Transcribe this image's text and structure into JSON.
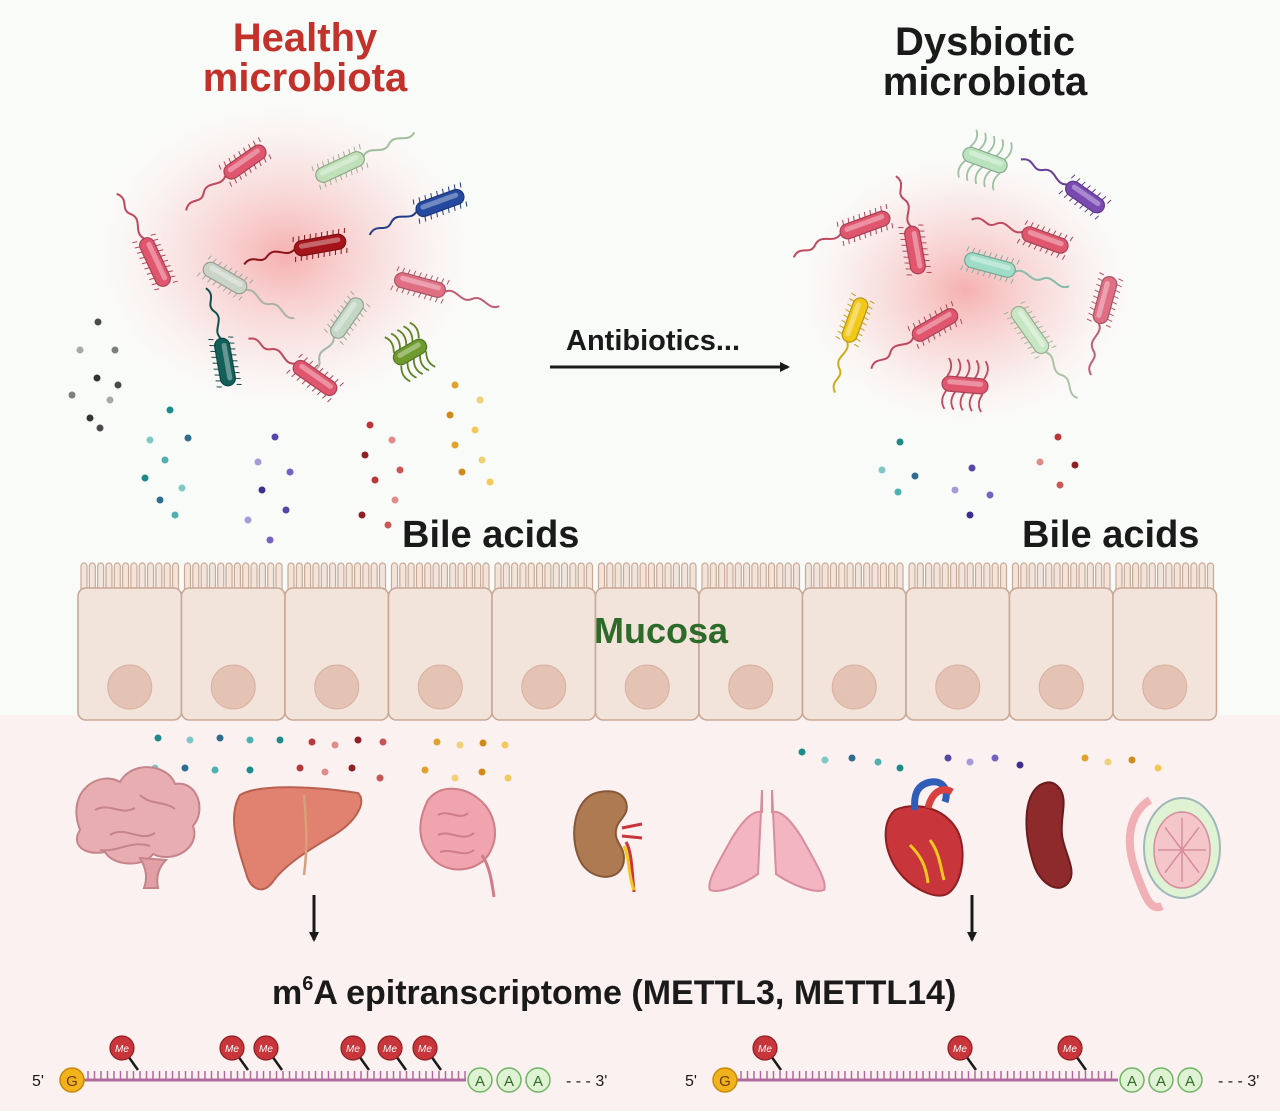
{
  "labels": {
    "healthy_line1": "Healthy",
    "healthy_line2": "microbiota",
    "dysbiotic_line1": "Dysbiotic",
    "dysbiotic_line2": "microbiota",
    "antibiotics": "Antibiotics...",
    "bile_acids_left": "Bile acids",
    "bile_acids_right": "Bile acids",
    "mucosa": "Mucosa",
    "m6a_prefix": "m",
    "m6a_sup": "6",
    "m6a_rest": "A epitranscriptome (METTL3, METTL14)"
  },
  "mrna": {
    "five_prime": "5'",
    "cap": "G",
    "me": "Me",
    "poly_a": [
      "A",
      "A",
      "A"
    ],
    "three_prime": "- - - 3'"
  },
  "organs": [
    "brain",
    "liver",
    "intestine",
    "kidney",
    "lungs",
    "heart",
    "spleen",
    "testis"
  ],
  "colors": {
    "healthy_title": "#c3312b",
    "dysbiotic_title": "#1a1a1a",
    "mucosa_text": "#2c6b2a",
    "cell_fill": "#f2e4da",
    "cell_stroke": "#c9a996",
    "nucleus": "#e4c3b5",
    "lower_bg": "#fcf1f1",
    "upper_bg": "#f9fbf9",
    "mrna_strand": "#b06a9e",
    "me_marker": "#c8353a",
    "cap": "#f2b21b",
    "polya_fill": "#dff2d4",
    "polya_stroke": "#6fb563"
  }
}
